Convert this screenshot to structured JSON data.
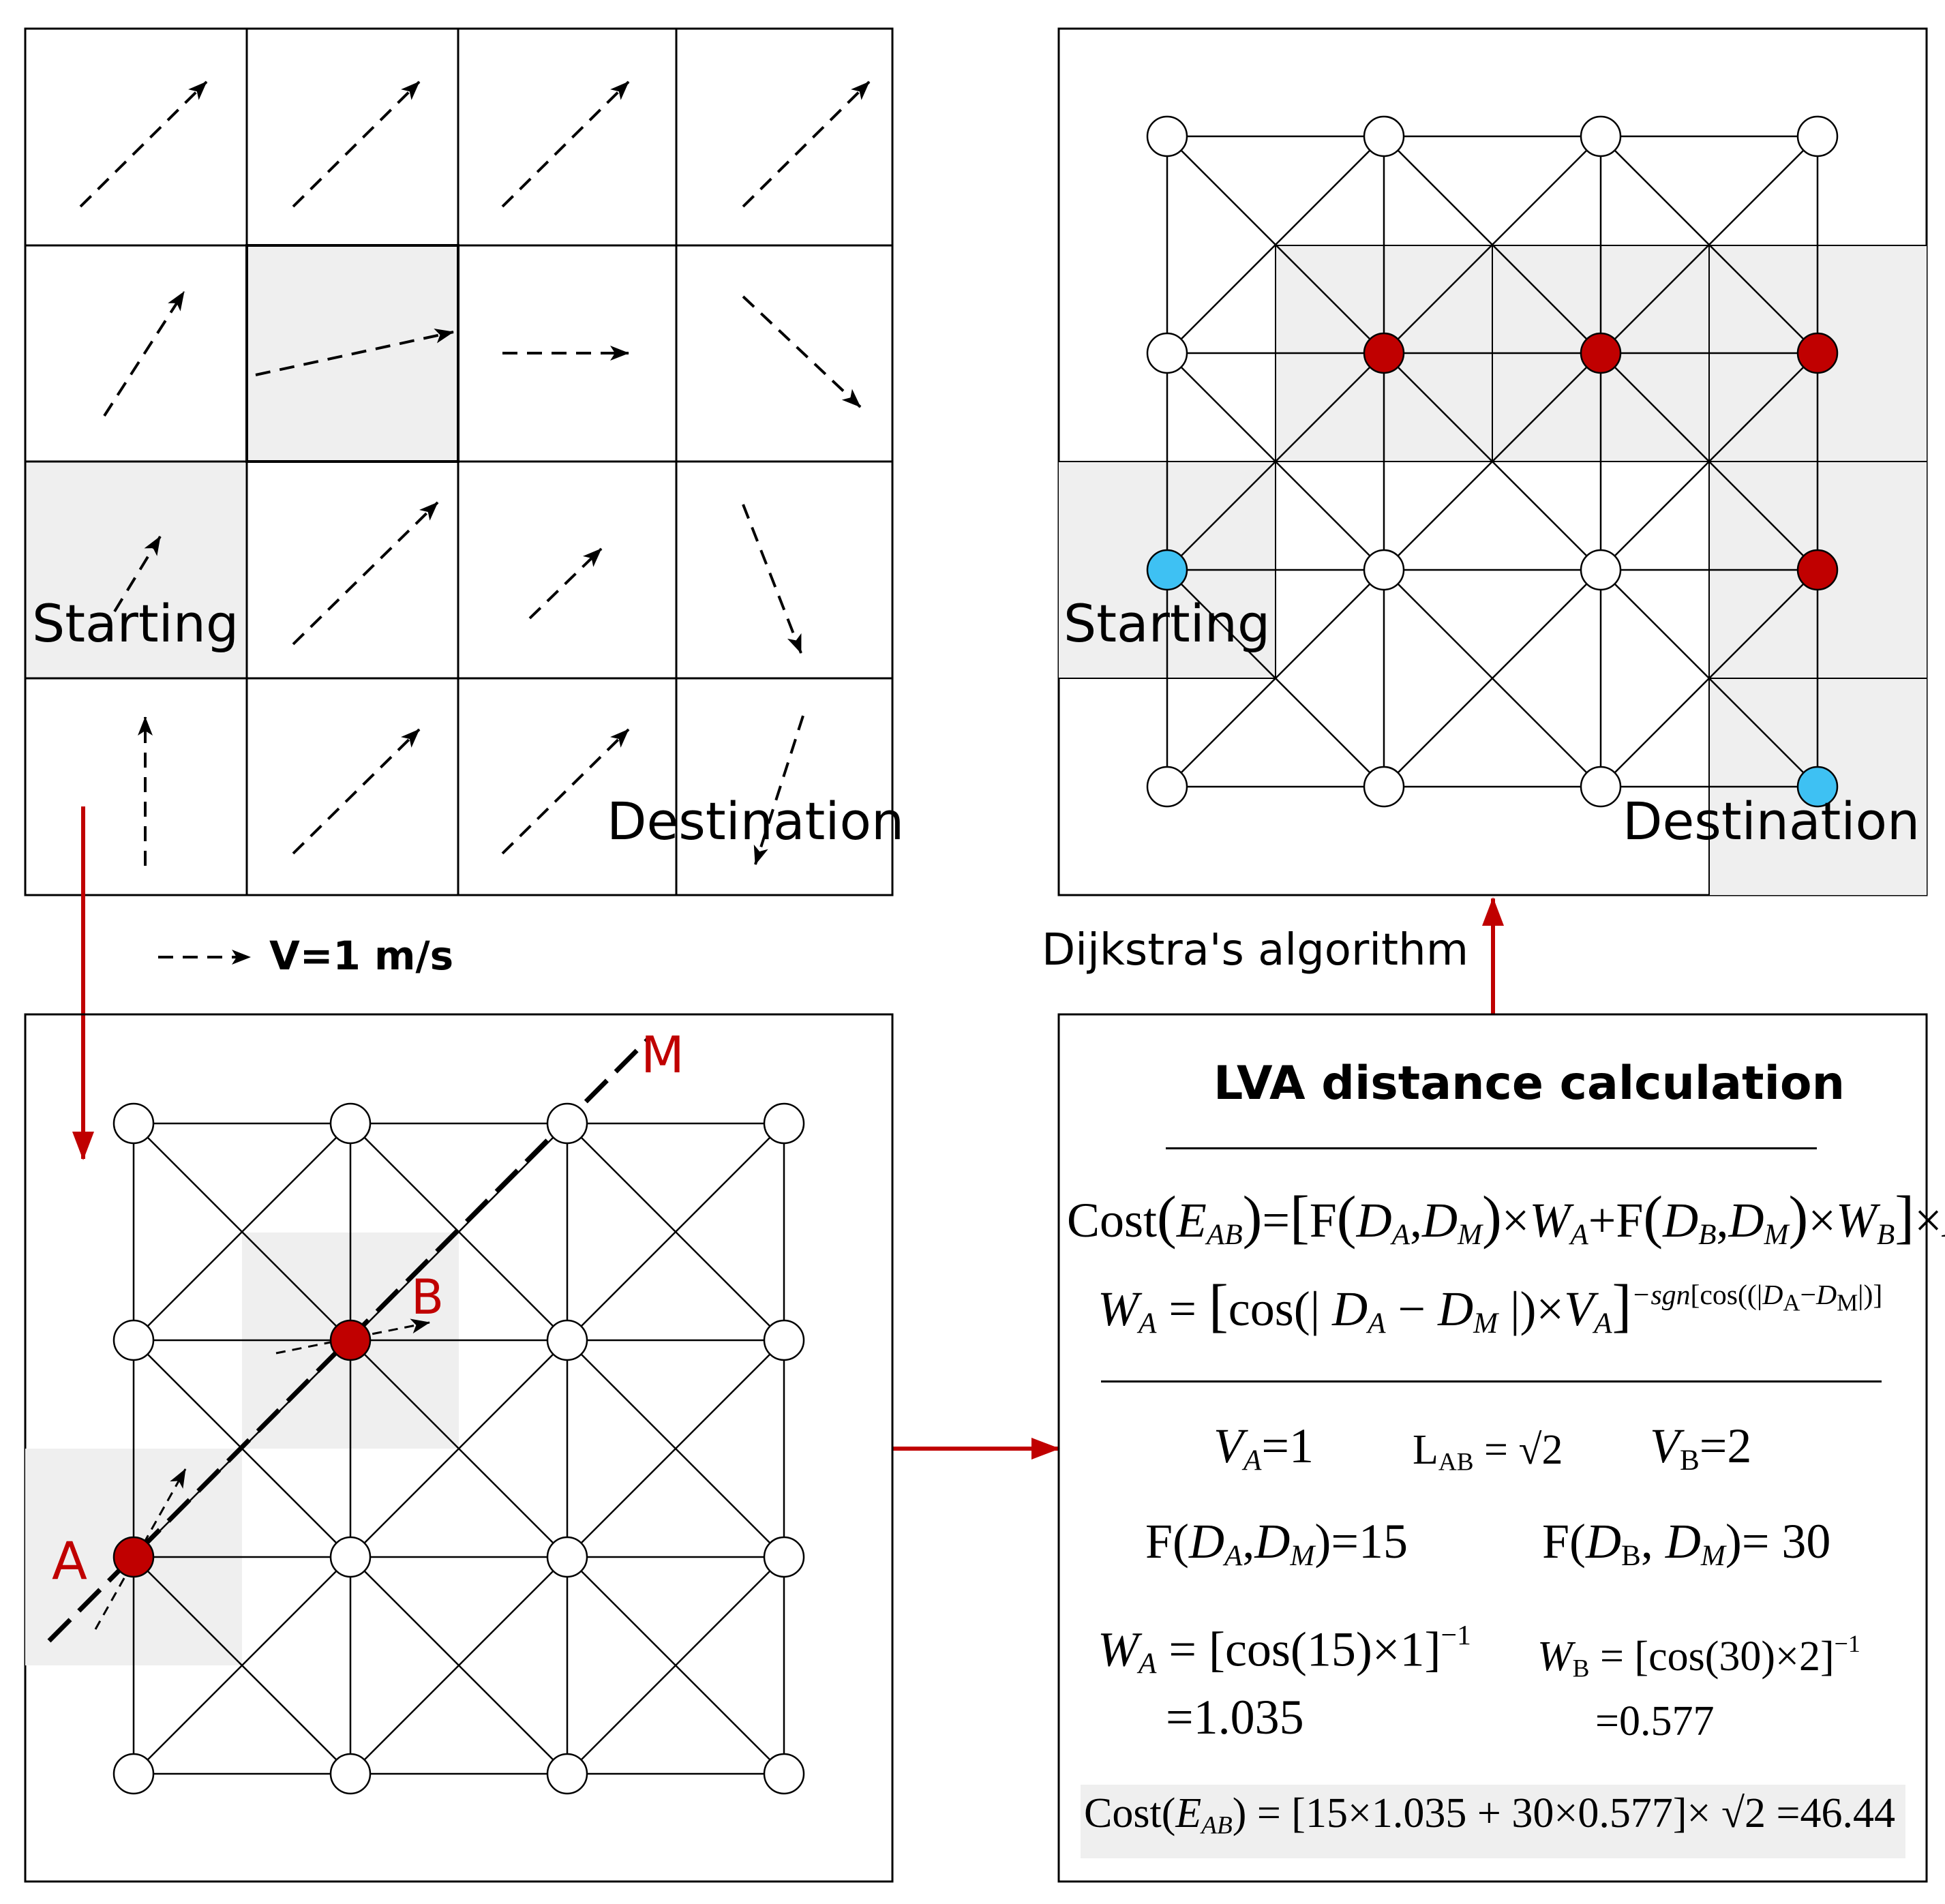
{
  "panels": {
    "velocity_grid": {
      "starting_label": "Starting",
      "destination_label": "Destination",
      "legend_label": "V=1 m/s"
    },
    "graph_example": {
      "point_a": "A",
      "point_b": "B",
      "point_m": "M"
    },
    "calculation": {
      "title": "LVA distance calculation",
      "cost_label": "Cost",
      "w_label": "W",
      "v_a": "=1",
      "l_ab": "= √2",
      "v_b": "=2",
      "f_a_value": "=15",
      "f_b_value": "= 30",
      "w_a_expr": "= [cos(15)×1]",
      "w_a_exp": "−1",
      "w_a_result": "=1.035",
      "w_b_expr": "= [cos(30)×2]",
      "w_b_exp": "−1",
      "w_b_result": "=0.577",
      "final_expr": "= [15×1.035 + 30×0.577]× √2 =46.44"
    },
    "result_graph": {
      "starting_label": "Starting",
      "destination_label": "Destination",
      "algorithm_label": "Dijkstra's algorithm"
    }
  },
  "colors": {
    "accent_red": "#c00000",
    "node_red": "#c00000",
    "node_blue": "#3ec1f3",
    "cell_shade": "#efefef"
  }
}
